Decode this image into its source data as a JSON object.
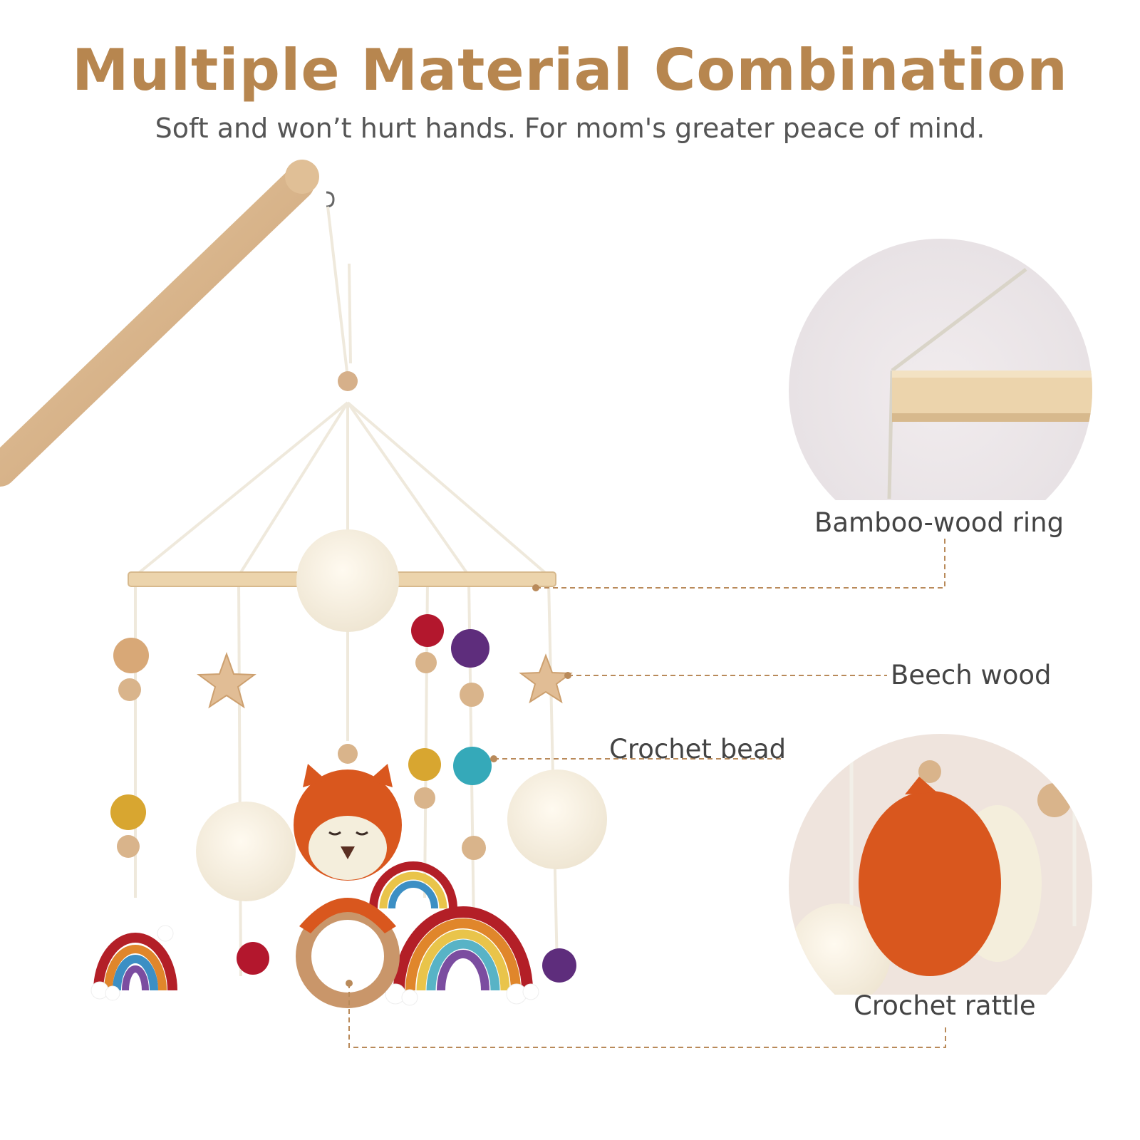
{
  "headline": "Multiple Material Combination",
  "subline": "Soft and won’t hurt hands. For mom's greater peace of mind.",
  "callouts": {
    "ring": "Bamboo-wood ring",
    "beech": "Beech wood",
    "bead": "Crochet bead",
    "rattle": "Crochet rattle"
  },
  "colors": {
    "headline": "#b7864f",
    "leader_line": "#b98a5a",
    "wood": "#e3c6a0",
    "fox_orange": "#d9571e"
  }
}
